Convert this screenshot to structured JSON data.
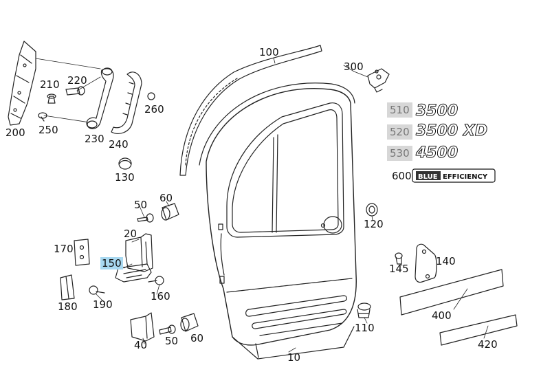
{
  "callouts": {
    "c100": "100",
    "c300": "300",
    "c200": "200",
    "c210": "210",
    "c220": "220",
    "c230": "230",
    "c240": "240",
    "c250": "250",
    "c260": "260",
    "c130": "130",
    "c50a": "50",
    "c60a": "60",
    "c20": "20",
    "c170": "170",
    "c150": "150",
    "c180": "180",
    "c190": "190",
    "c160": "160",
    "c40": "40",
    "c50b": "50",
    "c60b": "60",
    "c10": "10",
    "c110": "110",
    "c120": "120",
    "c145": "145",
    "c140": "140",
    "c400": "400",
    "c420": "420",
    "c510": "510",
    "c520": "520",
    "c530": "530",
    "c600": "600"
  },
  "badges": {
    "b3500": "3500",
    "b3500xd": "3500 XD",
    "b4500": "4500",
    "blue_efficiency_1": "BLUE",
    "blue_efficiency_2": "EFFICIENCY"
  },
  "colors": {
    "highlight": "#a8d8f0",
    "gray_box": "#d7d7d7",
    "line": "#222222"
  }
}
